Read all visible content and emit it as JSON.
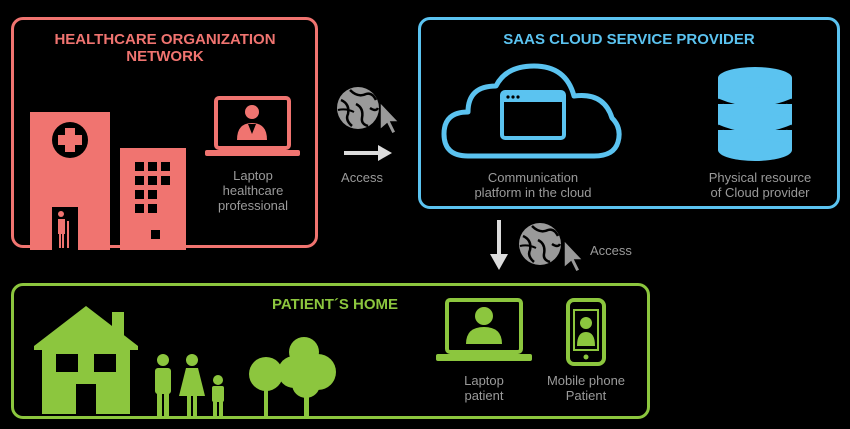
{
  "healthcare": {
    "title_line1": "HEALTHCARE ORGANIZATION",
    "title_line2": "NETWORK",
    "laptop_label_line1": "Laptop",
    "laptop_label_line2": "healthcare",
    "laptop_label_line3": "professional"
  },
  "saas": {
    "title": "SAAS CLOUD SERVICE PROVIDER",
    "platform_label_line1": "Communication",
    "platform_label_line2": "platform in the cloud",
    "resource_label_line1": "Physical resource",
    "resource_label_line2": "of Cloud provider"
  },
  "patient_home": {
    "title": "PATIENT´S HOME",
    "laptop_label_line1": "Laptop",
    "laptop_label_line2": "patient",
    "mobile_label_line1": "Mobile phone",
    "mobile_label_line2": "Patient"
  },
  "access_horizontal": "Access",
  "access_vertical": "Access",
  "colors": {
    "healthcare": "#f07470",
    "saas": "#5bc3f0",
    "patient": "#8cc63e",
    "gray": "#9a9a9a"
  }
}
